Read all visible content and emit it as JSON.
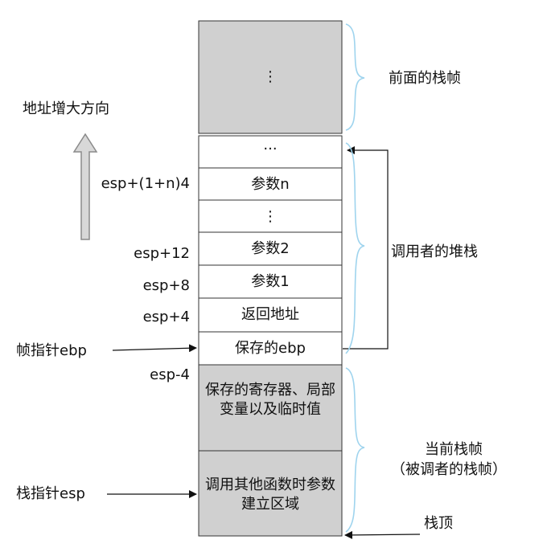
{
  "left": {
    "direction_label": "地址增大方向",
    "offsets": [
      "esp+(1+n)4",
      "esp+12",
      "esp+8",
      "esp+4",
      "esp-4"
    ],
    "frame_pointer_label": "帧指针ebp",
    "stack_pointer_label": "栈指针esp"
  },
  "stack": {
    "previous_frames": "⋮",
    "row_ellipsis": "···",
    "param_n": "参数n",
    "row_vdots": "⋮",
    "param_2": "参数2",
    "param_1": "参数1",
    "return_address": "返回地址",
    "saved_ebp": "保存的ebp",
    "callee_saved": "保存的寄存器、局部变量以及临时值",
    "callee_args": "调用其他函数时参数建立区域"
  },
  "right": {
    "previous_frames_label": "前面的栈帧",
    "caller_frame_label": "调用者的堆栈",
    "current_frame_label": "当前栈帧",
    "current_frame_sub": "（被调者的栈帧）",
    "stack_top_label": "栈顶"
  },
  "colors": {
    "gray_fill": "#d0d0d0",
    "white_fill": "#ffffff",
    "border": "#333333",
    "brace": "#9fd4ee",
    "arrow_fill": "#d8d8d8",
    "arrow_stroke": "#8a8a8a"
  }
}
